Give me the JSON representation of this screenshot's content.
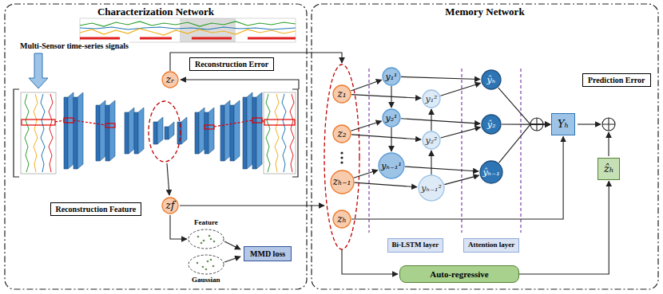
{
  "diagram": {
    "nodes": [
      {
        "text": [
          "Characterization Network"
        ]
      },
      {
        "text": [
          "Memory Network"
        ]
      },
      {
        "text": [
          "Reconstruction Error"
        ],
        "in": 0
      },
      {
        "text": [
          "zᵣ"
        ],
        "in": 0
      },
      {
        "text": [
          "Reconstruction Feature"
        ],
        "in": 0
      },
      {
        "text": [
          "zf"
        ],
        "in": 0
      },
      {
        "text": [
          "MMD loss"
        ],
        "in": 0
      },
      {
        "text": [
          "Prediction Error"
        ],
        "in": 1
      },
      {
        "text": [
          "Bi-LSTM layer"
        ],
        "in": 1
      },
      {
        "text": [
          "Attention layer"
        ],
        "in": 1
      },
      {
        "text": [
          "z₁"
        ],
        "in": 1
      },
      {
        "text": [
          "z₂"
        ],
        "in": 1
      },
      {
        "text": [
          "zₕ₋₁"
        ],
        "in": 1
      },
      {
        "text": [
          "zₕ"
        ],
        "in": 1
      },
      {
        "text": [
          "y₁¹"
        ],
        "in": 1
      },
      {
        "text": [
          "y₂¹"
        ],
        "in": 1
      },
      {
        "text": [
          "yₕ₋₁¹"
        ],
        "in": 1
      },
      {
        "text": [
          "y₁²"
        ],
        "in": 1
      },
      {
        "text": [
          "y₂²"
        ],
        "in": 1
      },
      {
        "text": [
          "yₕ₋₁²"
        ],
        "in": 1
      },
      {
        "text": [
          "ŷₕ"
        ],
        "in": 1
      },
      {
        "text": [
          "ŷ₂"
        ],
        "in": 1
      },
      {
        "text": [
          "ŷₕ₋₁"
        ],
        "in": 1
      },
      {
        "text": [
          "Yₕ"
        ],
        "in": 1
      },
      {
        "text": [
          "ẑₕ"
        ],
        "in": 1
      },
      {
        "text": [
          "Auto-regressive"
        ],
        "in": 1
      }
    ],
    "edges": [
      {
        "from": 10,
        "to": 14,
        "arrow": "to"
      },
      {
        "from": 10,
        "to": 17,
        "arrow": "to"
      },
      {
        "from": 11,
        "to": 15,
        "arrow": "to"
      },
      {
        "from": 11,
        "to": 18,
        "arrow": "to"
      },
      {
        "from": 12,
        "to": 16,
        "arrow": "to"
      },
      {
        "from": 12,
        "to": 19,
        "arrow": "to"
      },
      {
        "from": 14,
        "to": 15,
        "arrow": "to"
      },
      {
        "from": 15,
        "to": 16,
        "arrow": "to"
      },
      {
        "from": 19,
        "to": 18,
        "arrow": "to"
      },
      {
        "from": 18,
        "to": 17,
        "arrow": "to"
      },
      {
        "from": 14,
        "to": 20,
        "arrow": "to"
      },
      {
        "from": 17,
        "to": 20,
        "arrow": "to"
      },
      {
        "from": 15,
        "to": 21,
        "arrow": "to"
      },
      {
        "from": 18,
        "to": 21,
        "arrow": "to"
      },
      {
        "from": 16,
        "to": 22,
        "arrow": "to"
      },
      {
        "from": 19,
        "to": 22,
        "arrow": "to"
      },
      {
        "from": 20,
        "to": 23,
        "arrow": "to"
      },
      {
        "from": 21,
        "to": 23,
        "arrow": "to"
      },
      {
        "from": 22,
        "to": 23,
        "arrow": "to"
      },
      {
        "from": 13,
        "to": 23,
        "arrow": "to"
      },
      {
        "from": 25,
        "to": 24,
        "arrow": "to"
      }
    ],
    "labels": [
      "Multi-Sensor time-series signals",
      "Feature",
      "Gaussian"
    ]
  }
}
